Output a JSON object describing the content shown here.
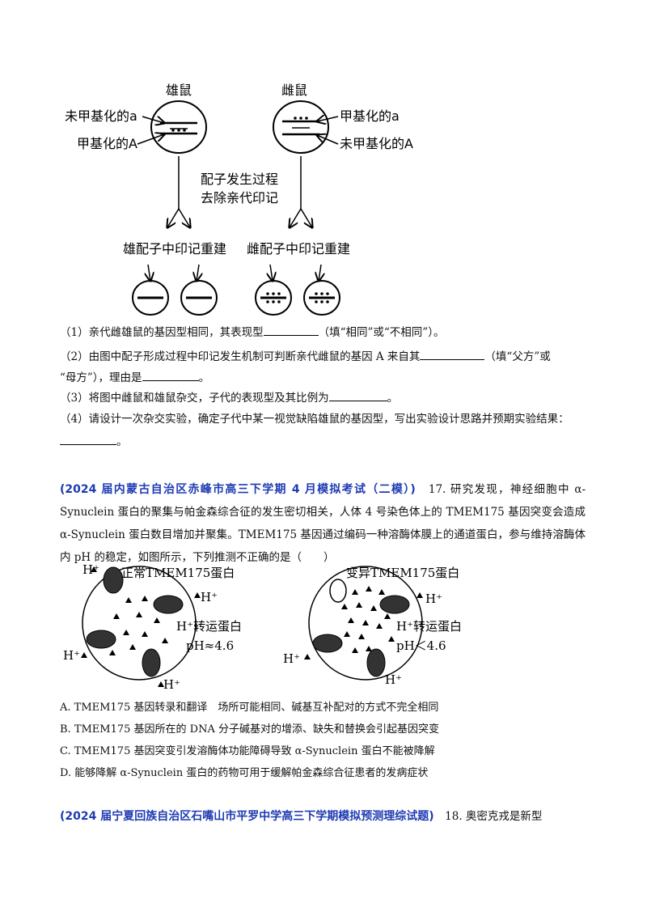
{
  "diagram1": {
    "male_title": "雄鼠",
    "female_title": "雌鼠",
    "male_label_a": "未甲基化的a",
    "male_label_A": "甲基化的A",
    "female_label_a": "甲基化的a",
    "female_label_A": "未甲基化的A",
    "process_line1": "配子发生过程",
    "process_line2": "去除亲代印记",
    "male_gamete": "雄配子中印记重建",
    "female_gamete": "雌配子中印记重建"
  },
  "questions": [
    {
      "text": "（1）亲代雌雄鼠的基因型相同，其表现型",
      "tail": "（填“相同”或“不相同”）。"
    },
    {
      "text": "（2）由图中配子形成过程中印记发生机制可判断亲代雌鼠的基因 A 来自其",
      "tail": "（填“父方”或"
    },
    {
      "text": "“母方”），理由是",
      "tail": "。"
    },
    {
      "text": "（3）将图中雌鼠和雄鼠杂交，子代的表现型及其比例为",
      "tail": "。"
    },
    {
      "text": "（4）请设计一次杂交实验，确定子代中某一视觉缺陷雄鼠的基因型，写出实验设计思路并预期实验结果：",
      "tail": ""
    },
    {
      "text": "",
      "tail": "。"
    }
  ],
  "q17": {
    "source": "(2024 届内蒙古自治区赤峰市高三下学期 4 月模拟考试（二模）)",
    "stem": "17. 研究发现，神经细胞中 α-Synuclein 蛋白的聚集与帕金森综合征的发生密切相关，人体 4 号染色体上的 TMEM175 基因突变会造成 α-Synuclein 蛋白数目增加并聚集。TMEM175 基因通过编码一种溶酶体膜上的通道蛋白，参与维持溶酶体内 pH 的稳定，如图所示，下列推测不正确的是（　　）",
    "fig_normal": "正常TMEM175蛋白",
    "fig_mutant": "变异TMEM175蛋白",
    "h_plus": "H⁺",
    "transport": "H⁺转运蛋白",
    "ph_normal": "pH≈4.6",
    "ph_mutant": "pH＜4.6",
    "options": [
      "A. TMEM175 基因转录和翻译　场所可能相同、碱基互补配对的方式不完全相同",
      "B. TMEM175 基因所在的 DNA 分子碱基对的增添、缺失和替换会引起基因突变",
      "C. TMEM175 基因突变引发溶酶体功能障碍导致 α-Synuclein 蛋白不能被降解",
      "D. 能够降解 α-Synuclein 蛋白的药物可用于缓解帕金森综合征患者的发病症状"
    ]
  },
  "q18": {
    "source": "(2024 届宁夏回族自治区石嘴山市平罗中学高三下学期模拟预测理综试题)",
    "stem": "18. 奥密克戎是新型"
  }
}
